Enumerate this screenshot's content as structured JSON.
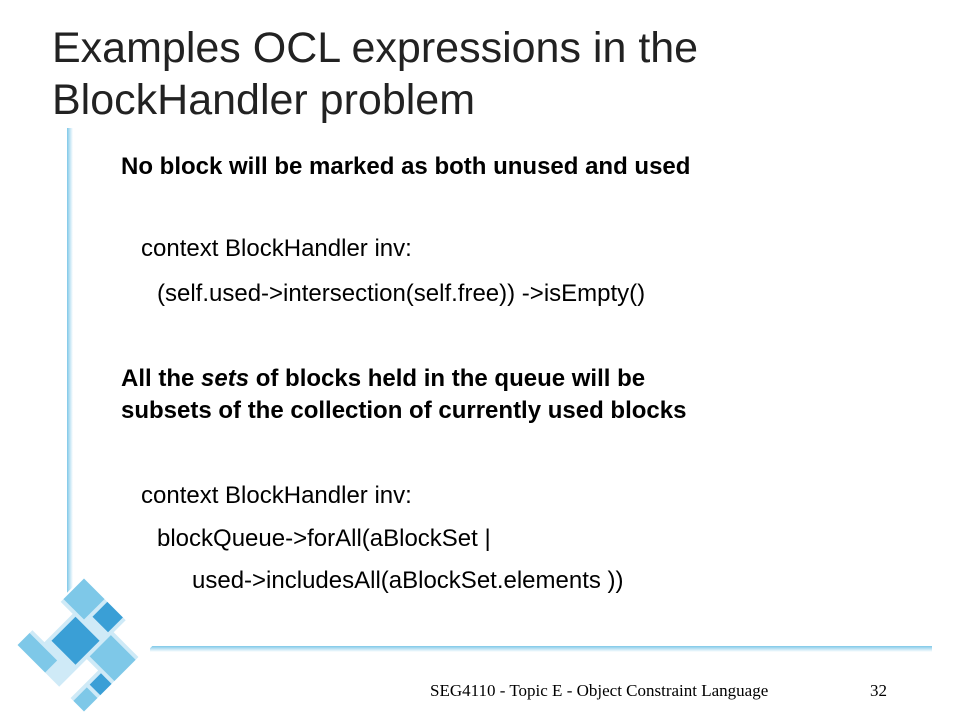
{
  "slide": {
    "title": "Examples OCL expressions in the BlockHandler problem",
    "example1": {
      "heading": "No block will be marked as both unused and used",
      "code_line1": "context BlockHandler inv:",
      "code_line2": "(self.used->intersection(self.free)) ->isEmpty()"
    },
    "example2": {
      "heading_prefix": "All the ",
      "heading_emphasis": "sets",
      "heading_suffix": " of blocks held in the queue will be",
      "heading_line2": "subsets of the collection of currently used blocks",
      "code_line1": "context BlockHandler inv:",
      "code_line2": "blockQueue->forAll(aBlockSet |",
      "code_line3": "used->includesAll(aBlockSet.elements ))"
    },
    "footer": "SEG4110 - Topic E - Object Constraint Language",
    "page_number": "32"
  },
  "colors": {
    "accent_light": "#cfeaf7",
    "accent": "#7ec8e8",
    "accent_dark": "#3a9fd6"
  }
}
